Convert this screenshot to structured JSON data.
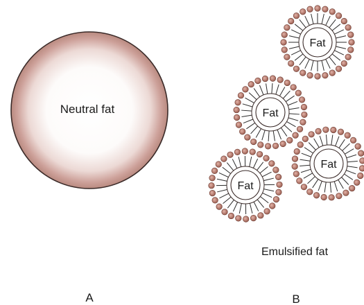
{
  "panel_a": {
    "globule_label": "Neutral fat",
    "caption": "A"
  },
  "panel_b": {
    "micelle_label": "Fat",
    "micelle_count": 4,
    "group_label": "Emulsified fat",
    "caption": "B"
  },
  "colors": {
    "background": "#ffffff",
    "globule_rim": "#bf8f86",
    "globule_center": "#ffffff",
    "outline": "#3a2a28",
    "lipid_head": "#c07f70",
    "lipid_tail": "#2a2a2a",
    "text": "#1a1a1a"
  }
}
